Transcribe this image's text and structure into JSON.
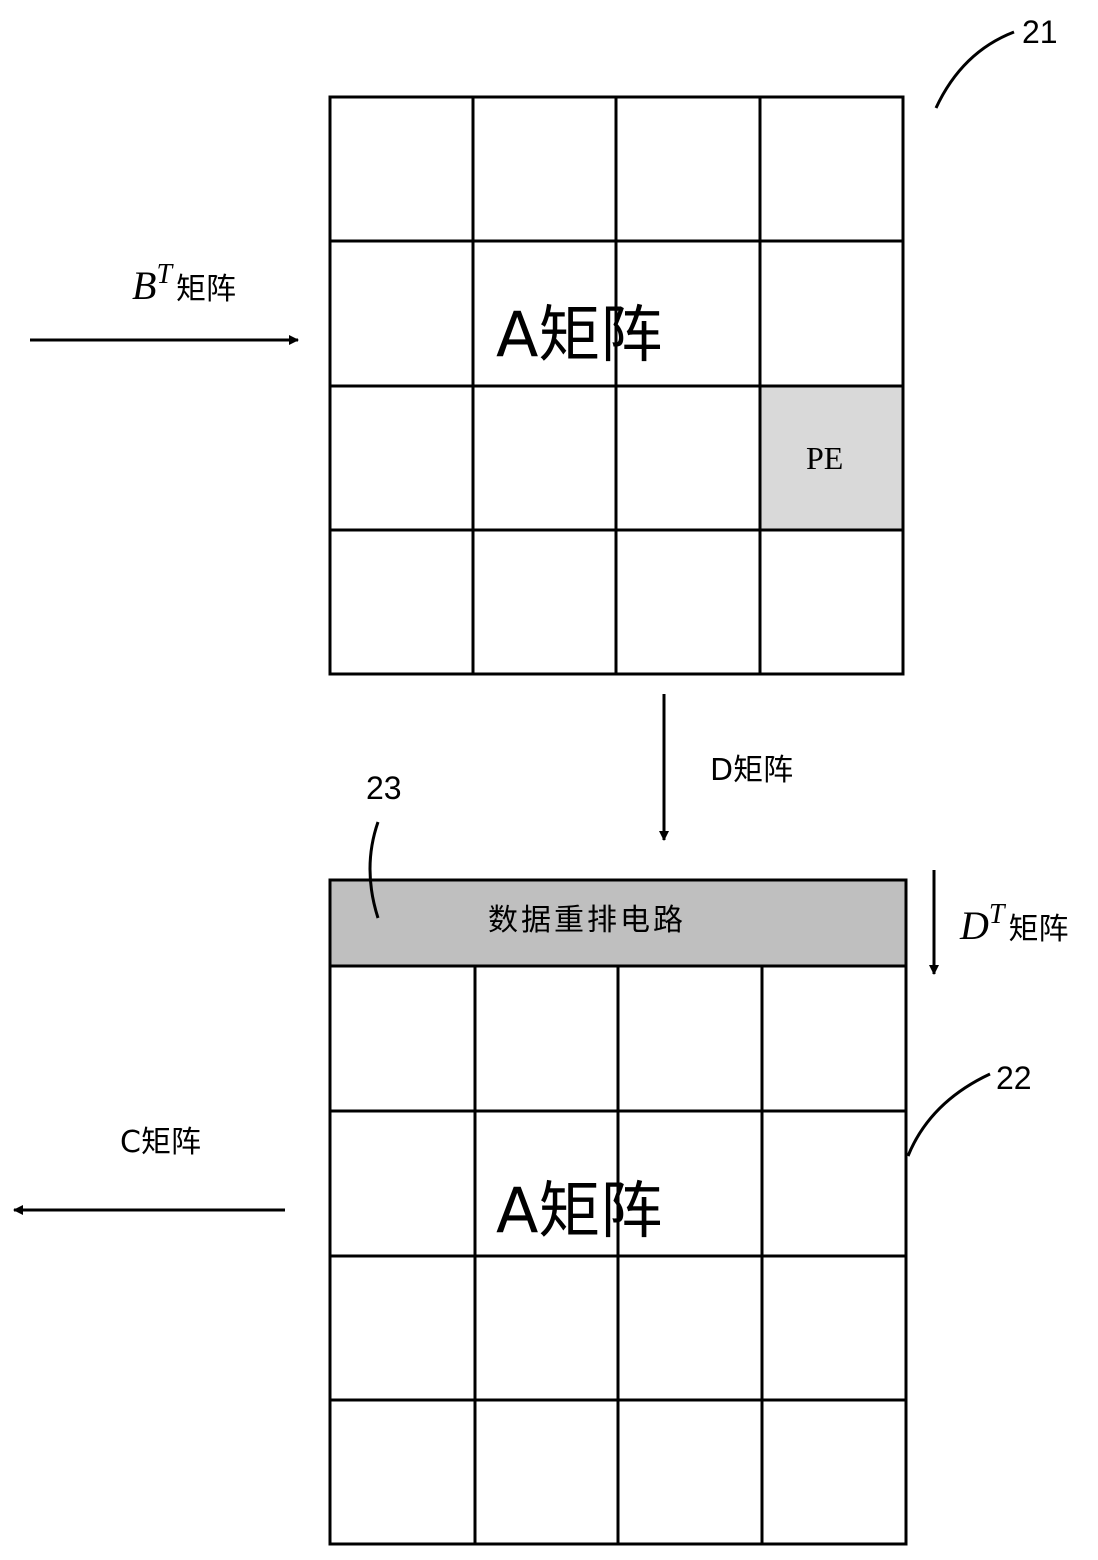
{
  "refs": {
    "top_array": "21",
    "bottom_array": "22",
    "rearrange": "23"
  },
  "top_array": {
    "center_label": "A矩阵",
    "pe_label": "PE"
  },
  "bottom_array": {
    "center_label": "A矩阵"
  },
  "rearrange_bar": {
    "label": "数据重排电路"
  },
  "inputs": {
    "bt_base": "B",
    "bt_sup": "T",
    "bt_suffix": "矩阵",
    "d_label": "D矩阵",
    "dt_base": "D",
    "dt_sup": "T",
    "dt_suffix": "矩阵",
    "c_label": "C矩阵"
  },
  "colors": {
    "pe_fill": "#d9d9d9",
    "bar_fill": "#bfbfbf"
  }
}
